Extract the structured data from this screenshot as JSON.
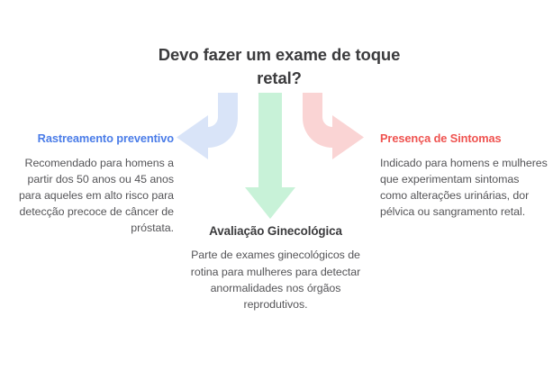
{
  "title": "Devo fazer um exame de toque retal?",
  "colors": {
    "arrow_left": "#d9e4f8",
    "arrow_center": "#c8f2d8",
    "arrow_right": "#fad4d4",
    "heading_left": "#4a7ce8",
    "heading_right": "#ef5350",
    "heading_center": "#3b3b3d",
    "title": "#3b3b3d",
    "body": "#555558",
    "background": "#ffffff"
  },
  "branches": {
    "left": {
      "heading": "Rastreamento preventivo",
      "body": "Recomendado para homens a partir dos 50 anos ou 45 anos para aqueles em alto risco para detecção precoce de câncer de próstata.",
      "arrow_icon": "curved-arrow-left-icon"
    },
    "center": {
      "heading": "Avaliação Ginecológica",
      "body": "Parte de exames ginecológicos de rotina para mulheres para detectar anormalidades nos órgãos reprodutivos.",
      "arrow_icon": "arrow-down-icon"
    },
    "right": {
      "heading": "Presença de Sintomas",
      "body": "Indicado para homens e mulheres que experimentam sintomas como alterações urinárias, dor pélvica ou sangramento retal.",
      "arrow_icon": "curved-arrow-right-icon"
    }
  }
}
